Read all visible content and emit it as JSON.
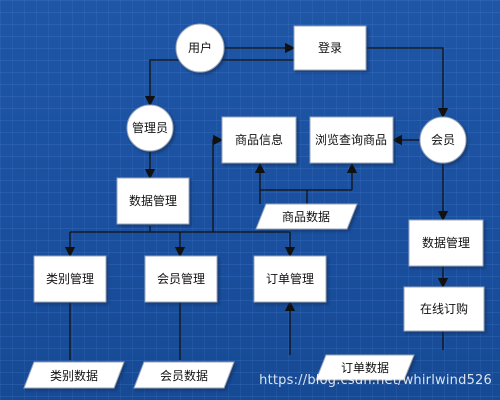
{
  "nodes": {
    "user": "用户",
    "login": "登录",
    "admin": "管理员",
    "member": "会员",
    "product_info": "商品信息",
    "browse_products": "浏览查询商品",
    "product_data": "商品数据",
    "data_mgmt_admin": "数据管理",
    "data_mgmt_member": "数据管理",
    "category_mgmt": "类别管理",
    "member_mgmt": "会员管理",
    "order_mgmt": "订单管理",
    "online_order": "在线订购",
    "category_data": "类别数据",
    "member_data": "会员数据",
    "order_data": "订单数据"
  },
  "watermark": "https://blog.csdn.net/whirlwind526",
  "colors": {
    "background": "#1a4f9e",
    "node_fill": "#ffffff",
    "node_stroke": "#9aa7b8",
    "line": "#111111"
  }
}
